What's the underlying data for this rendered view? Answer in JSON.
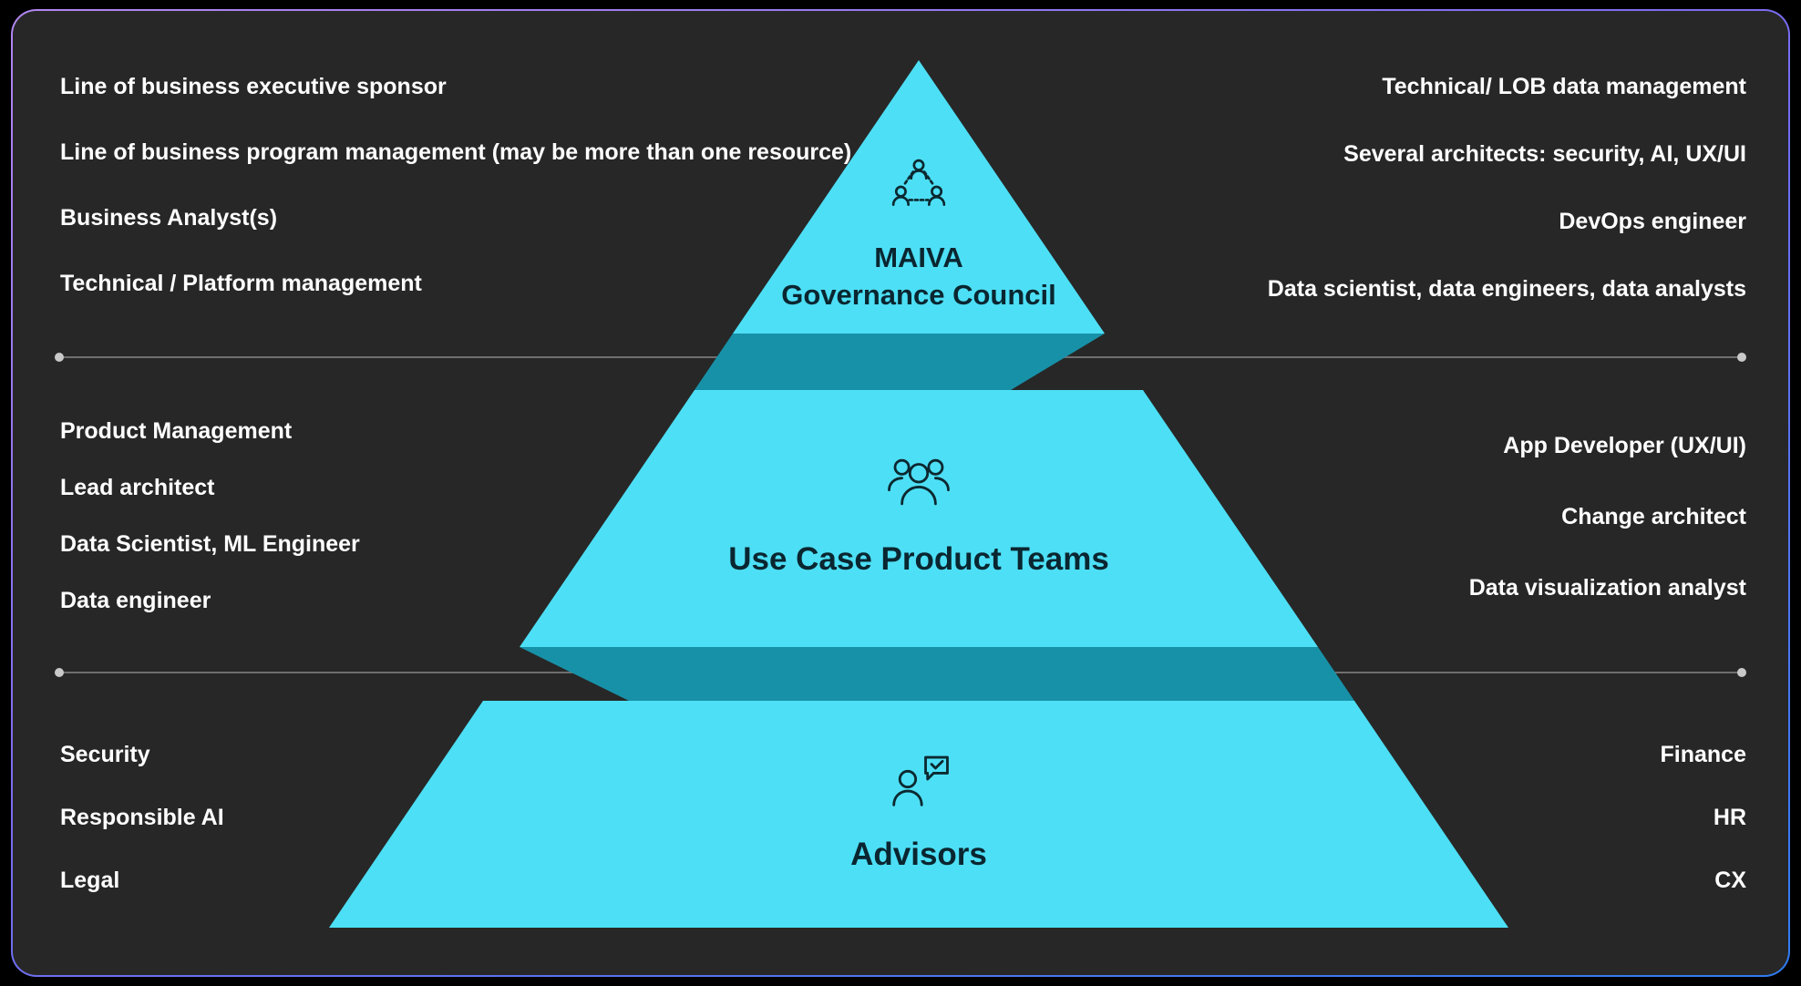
{
  "frame": {
    "background": "#000000",
    "panel_bg": "#272727",
    "border_gradient_start": "#b286f0",
    "border_gradient_end": "#2f7cf0"
  },
  "divider": {
    "line_color": "#6f6f6f",
    "dot_color": "#c9c9c9"
  },
  "pyramid": {
    "colors": {
      "bright": "#4ddff5",
      "fold": "#1791a8",
      "icon_stroke": "#0c2830",
      "title_text": "#0a2630"
    },
    "tiers": [
      {
        "id": "governance-council",
        "title_line1": "MAIVA",
        "title_line2": "Governance Council",
        "icon": "org-chart-icon",
        "left_items": [
          "Line of business executive sponsor",
          "Line of business program management (may be more than one resource)",
          "Business Analyst(s)",
          "Technical / Platform management"
        ],
        "right_items": [
          "Technical/ LOB data management",
          "Several architects: security, AI, UX/UI",
          "DevOps engineer",
          "Data scientist, data engineers, data analysts"
        ]
      },
      {
        "id": "use-case-product-teams",
        "title_line1": "Use Case Product Teams",
        "icon": "people-group-icon",
        "left_items": [
          "Product Management",
          "Lead architect",
          "Data Scientist, ML Engineer",
          "Data engineer"
        ],
        "right_items": [
          "App Developer (UX/UI)",
          "Change architect",
          "Data visualization analyst"
        ]
      },
      {
        "id": "advisors",
        "title_line1": "Advisors",
        "icon": "person-chat-icon",
        "left_items": [
          "Security",
          "Responsible AI",
          "Legal"
        ],
        "right_items": [
          "Finance",
          "HR",
          "CX"
        ]
      }
    ]
  }
}
